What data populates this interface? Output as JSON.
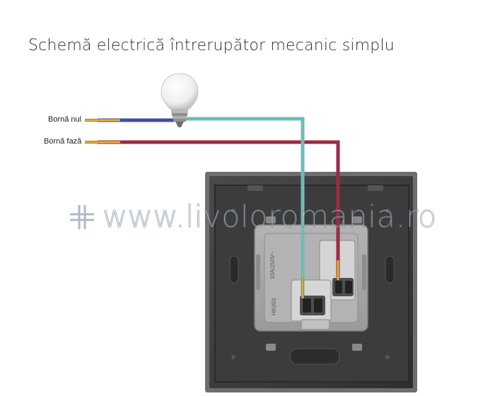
{
  "title": "Schemă electrică întrerupător mecanic simplu",
  "labels": {
    "neutral": "Bornă nul",
    "phase": "Bornă fază"
  },
  "watermark": {
    "text": "www.livoloromania.ro",
    "icon": "livolo-logo-icon"
  },
  "switch_markings": {
    "rating": "10A/250V~",
    "model": "HK003"
  },
  "colors": {
    "neutral_wire": "#3d4fa3",
    "phase_wire": "#9c2a44",
    "switched_wire": "#6dbdb8",
    "panel": "#3a3a3a",
    "module": "#a9a9a9"
  }
}
